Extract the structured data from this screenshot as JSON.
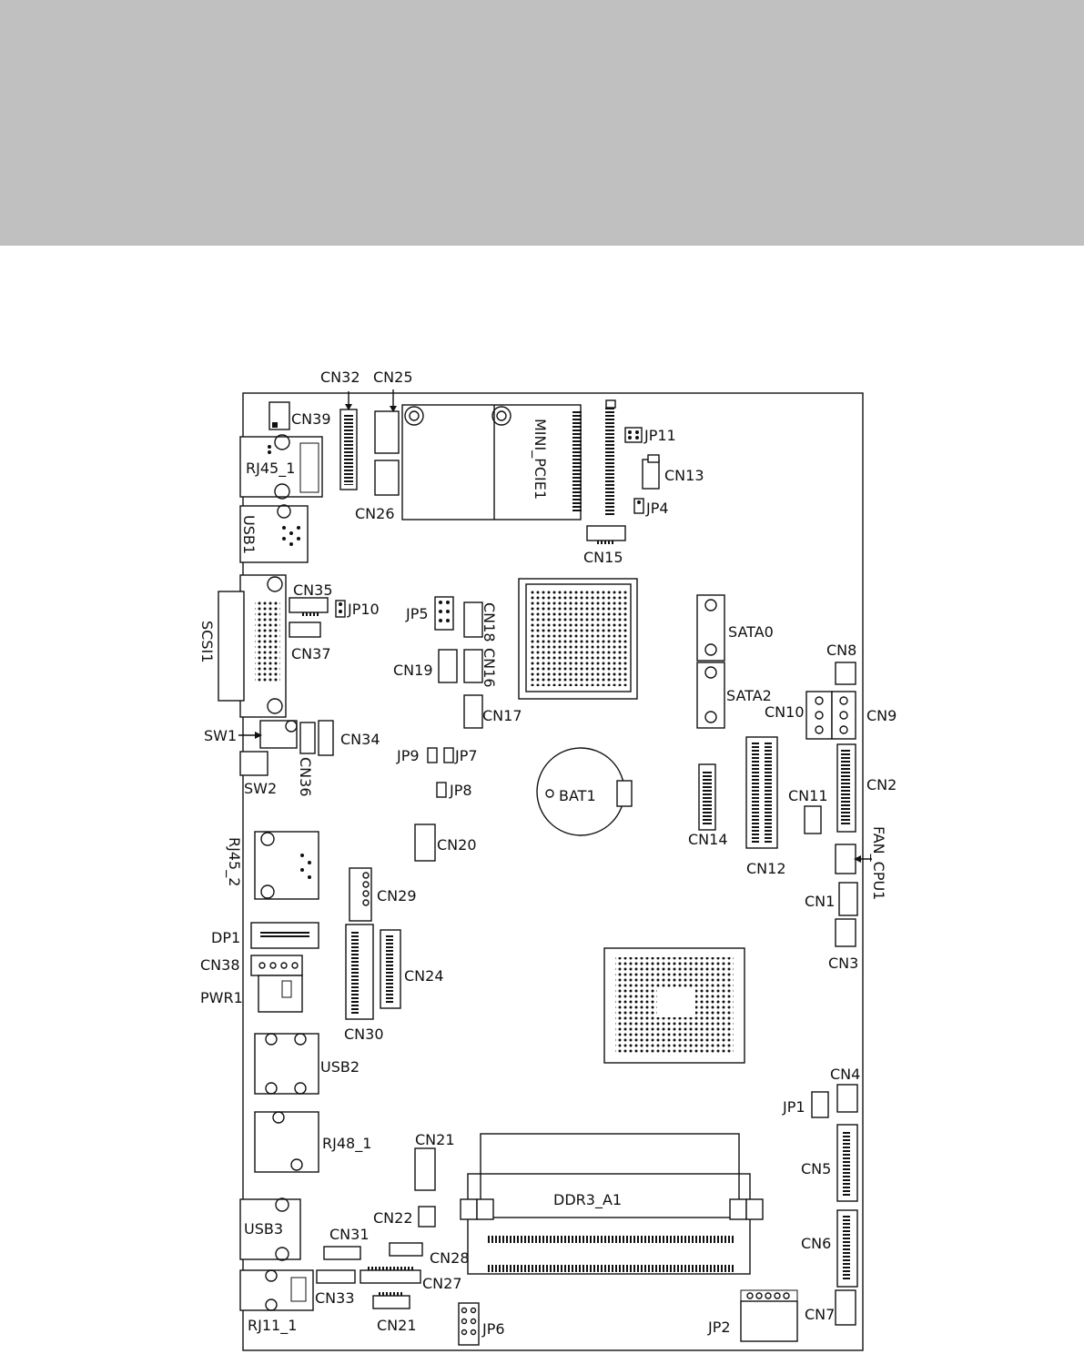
{
  "labels": {
    "CN32": "CN32",
    "CN25": "CN25",
    "CN39": "CN39",
    "RJ45_1": "RJ45_1",
    "CN26": "CN26",
    "MINI_PCIE1": "MINI_PCIE1",
    "JP11": "JP11",
    "CN13": "CN13",
    "JP4": "JP4",
    "CN15": "CN15",
    "USB1": "USB1",
    "SCSI1": "SCSI1",
    "CN35": "CN35",
    "JP10": "JP10",
    "CN37": "CN37",
    "JP5": "JP5",
    "CN18": "CN18",
    "CN16": "CN16",
    "CN19": "CN19",
    "CN17": "CN17",
    "SATA0": "SATA0",
    "SATA2": "SATA2",
    "CN8": "CN8",
    "CN10": "CN10",
    "CN9": "CN9",
    "SW1": "SW1",
    "CN34": "CN34",
    "CN36": "CN36",
    "SW2": "SW2",
    "JP9": "JP9",
    "JP7": "JP7",
    "JP8": "JP8",
    "BAT1": "BAT1",
    "CN2": "CN2",
    "CN11": "CN11",
    "CN14": "CN14",
    "CN12": "CN12",
    "FAN_CPU1": "FAN_CPU1",
    "CN20": "CN20",
    "RJ45_2": "RJ45_2",
    "CN29": "CN29",
    "CN1": "CN1",
    "CN3": "CN3",
    "DP1": "DP1",
    "CN38": "CN38",
    "PWR1": "PWR1",
    "CN24": "CN24",
    "CN30": "CN30",
    "USB2": "USB2",
    "CN4": "CN4",
    "JP1": "JP1",
    "RJ48_1": "RJ48_1",
    "CN21_top": "CN21",
    "DDR3_A1": "DDR3_A1",
    "CN5": "CN5",
    "CN22": "CN22",
    "USB3": "USB3",
    "CN6": "CN6",
    "CN31": "CN31",
    "CN28": "CN28",
    "CN33": "CN33",
    "CN27": "CN27",
    "RJ11_1": "RJ11_1",
    "CN21_bottom": "CN21",
    "JP6": "JP6",
    "JP2": "JP2",
    "CN7": "CN7"
  },
  "colors": {
    "banner": "#c0c0c0",
    "ink": "#111111"
  }
}
